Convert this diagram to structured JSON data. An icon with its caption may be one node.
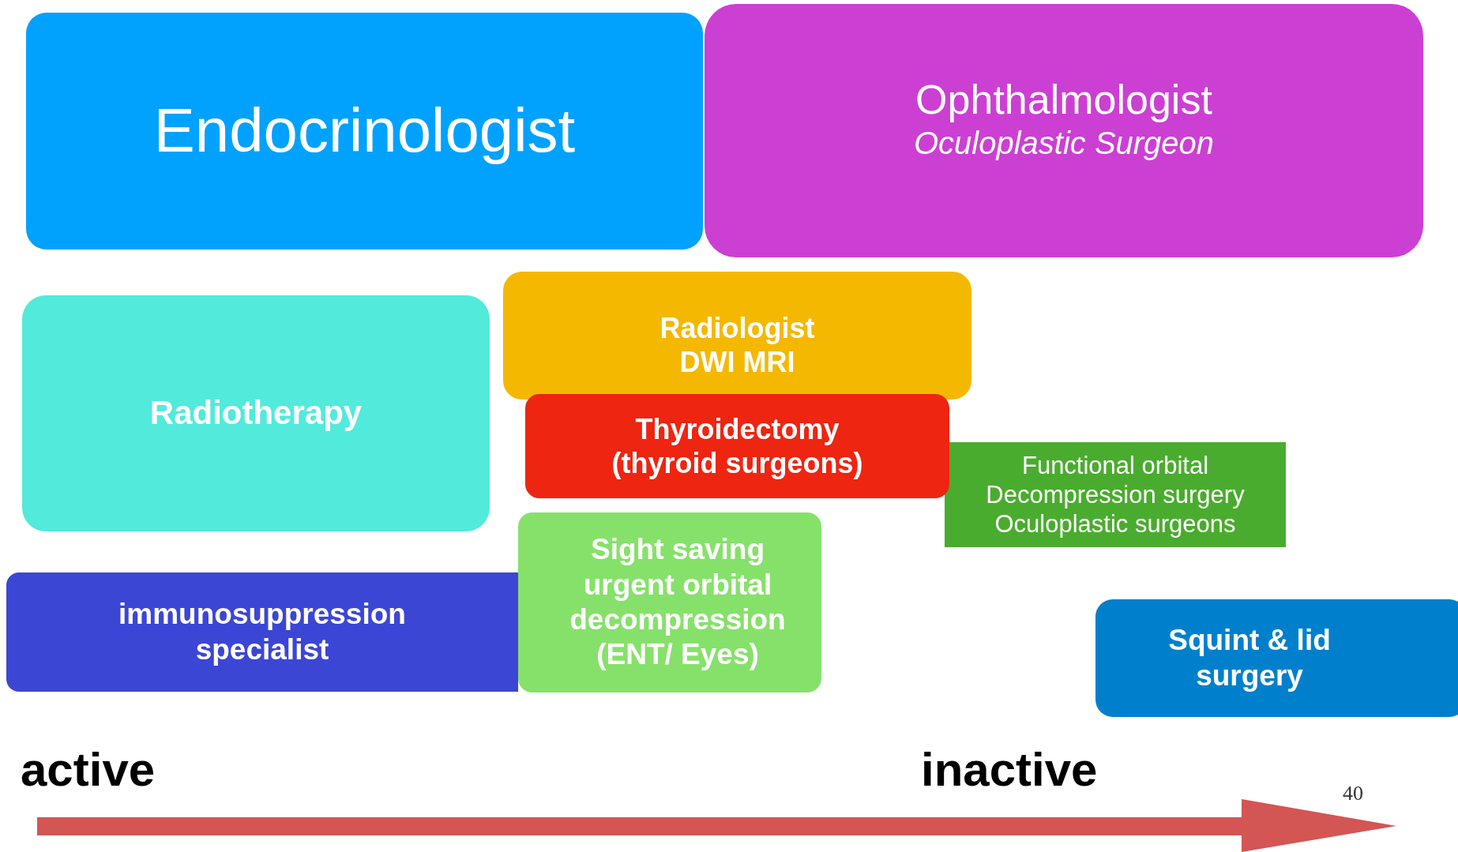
{
  "diagram": {
    "nodes": [
      {
        "text": [
          "Endocrinologist"
        ]
      },
      {
        "text": [
          "Ophthalmologist",
          "Oculoplastic Surgeon"
        ]
      },
      {
        "text": [
          "Radiotherapy"
        ]
      },
      {
        "text": [
          "Radiologist DWI MRI"
        ]
      },
      {
        "text": [
          "Thyroidectomy (thyroid surgeons)"
        ]
      },
      {
        "text": [
          "Functional orbital Decompression surgery Oculoplastic surgeons"
        ]
      },
      {
        "text": [
          "immunosuppression specialist"
        ]
      },
      {
        "text": [
          "Sight saving urgent orbital decompression (ENT/ Eyes)"
        ]
      },
      {
        "text": [
          "Squint & lid surgery"
        ]
      }
    ],
    "labels": [
      "active",
      "inactive",
      "40"
    ]
  }
}
